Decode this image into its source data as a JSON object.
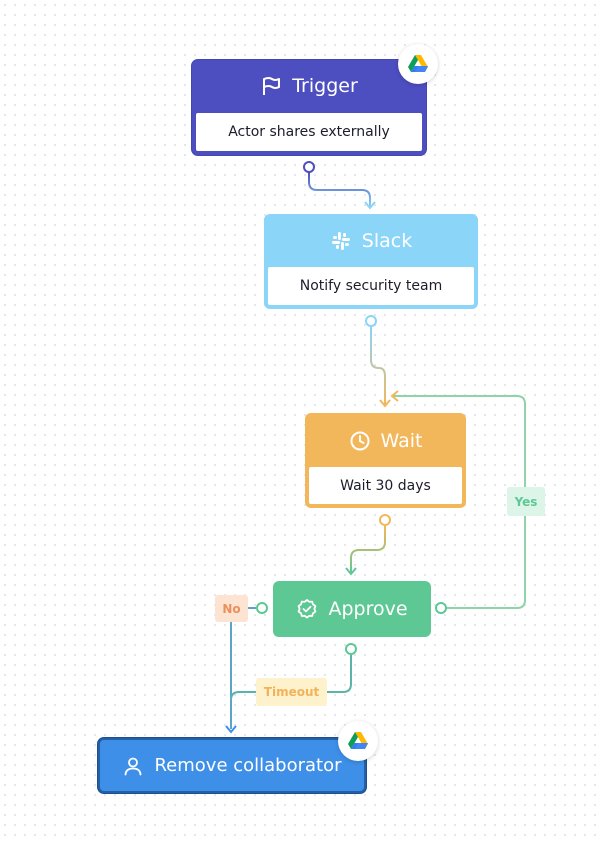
{
  "colors": {
    "trigger": "#4d4ec0",
    "slack": "#8ad5f8",
    "wait": "#f2b75a",
    "approve": "#5ec894",
    "remove": "#3e8fe8",
    "no": "#ea8f5e",
    "yes": "#5ec894",
    "timeout": "#f2b25a"
  },
  "nodes": {
    "trigger": {
      "title": "Trigger",
      "detail": "Actor shares externally",
      "icon": "flag-icon",
      "badge": "google-drive-icon"
    },
    "slack": {
      "title": "Slack",
      "detail": "Notify security team",
      "icon": "slack-icon"
    },
    "wait": {
      "title": "Wait",
      "detail": "Wait 30 days",
      "icon": "clock-icon"
    },
    "approve": {
      "title": "Approve",
      "icon": "check-badge-icon"
    },
    "remove": {
      "title": "Remove collaborator",
      "icon": "user-icon",
      "badge": "google-drive-icon"
    }
  },
  "edges": {
    "no": "No",
    "yes": "Yes",
    "timeout": "Timeout"
  }
}
